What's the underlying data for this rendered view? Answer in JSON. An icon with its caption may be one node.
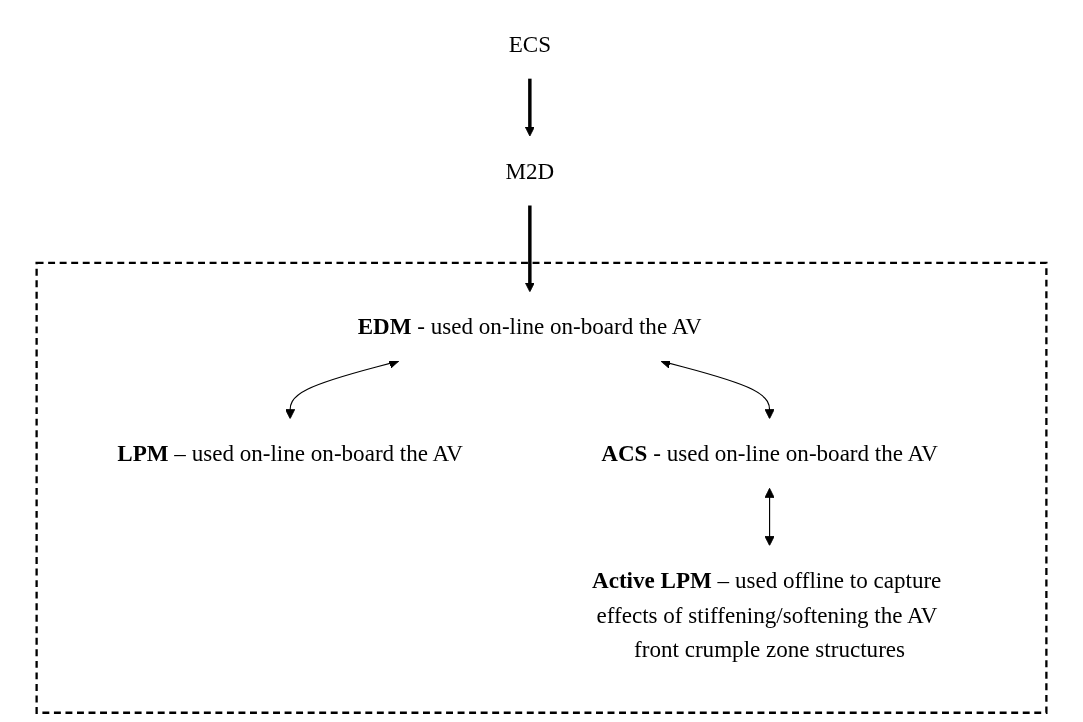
{
  "diagram": {
    "nodes": [
      {
        "text": [
          "ECS"
        ]
      },
      {
        "text": [
          "M2D"
        ]
      },
      {
        "text": [],
        "shape": "box"
      },
      {
        "text": [
          "**EDM** - used on-line on-board the AV"
        ],
        "in": 2
      },
      {
        "text": [
          "**LPM** – used on-line on-board the AV"
        ],
        "in": 2
      },
      {
        "text": [
          "**ACS** - used on-line on-board the AV"
        ],
        "in": 2
      },
      {
        "text": [
          "**Active LPM** – used offline to capture effects of stiffening/softening the AV front crumple zone structures"
        ],
        "in": 2
      }
    ],
    "edges": [
      {
        "from": 0,
        "to": 1,
        "arrow": "to",
        "style": "thick"
      },
      {
        "from": 1,
        "to": 3,
        "arrow": "to",
        "style": "thick"
      },
      {
        "from": 3,
        "to": 4,
        "arrow": "both"
      },
      {
        "from": 3,
        "to": 5,
        "arrow": "both"
      },
      {
        "from": 5,
        "to": 6,
        "arrow": "both"
      }
    ]
  }
}
